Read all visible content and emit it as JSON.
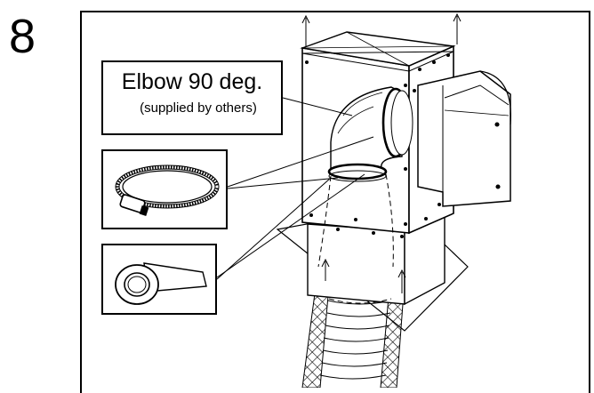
{
  "step": {
    "number": "8"
  },
  "callout": {
    "title": "Elbow 90 deg.",
    "subtitle": "(supplied by others)"
  },
  "insets": [
    {
      "icon": "hose-clamp-icon"
    },
    {
      "icon": "tape-roll-icon"
    }
  ],
  "colors": {
    "line": "#000000",
    "background": "#ffffff"
  }
}
